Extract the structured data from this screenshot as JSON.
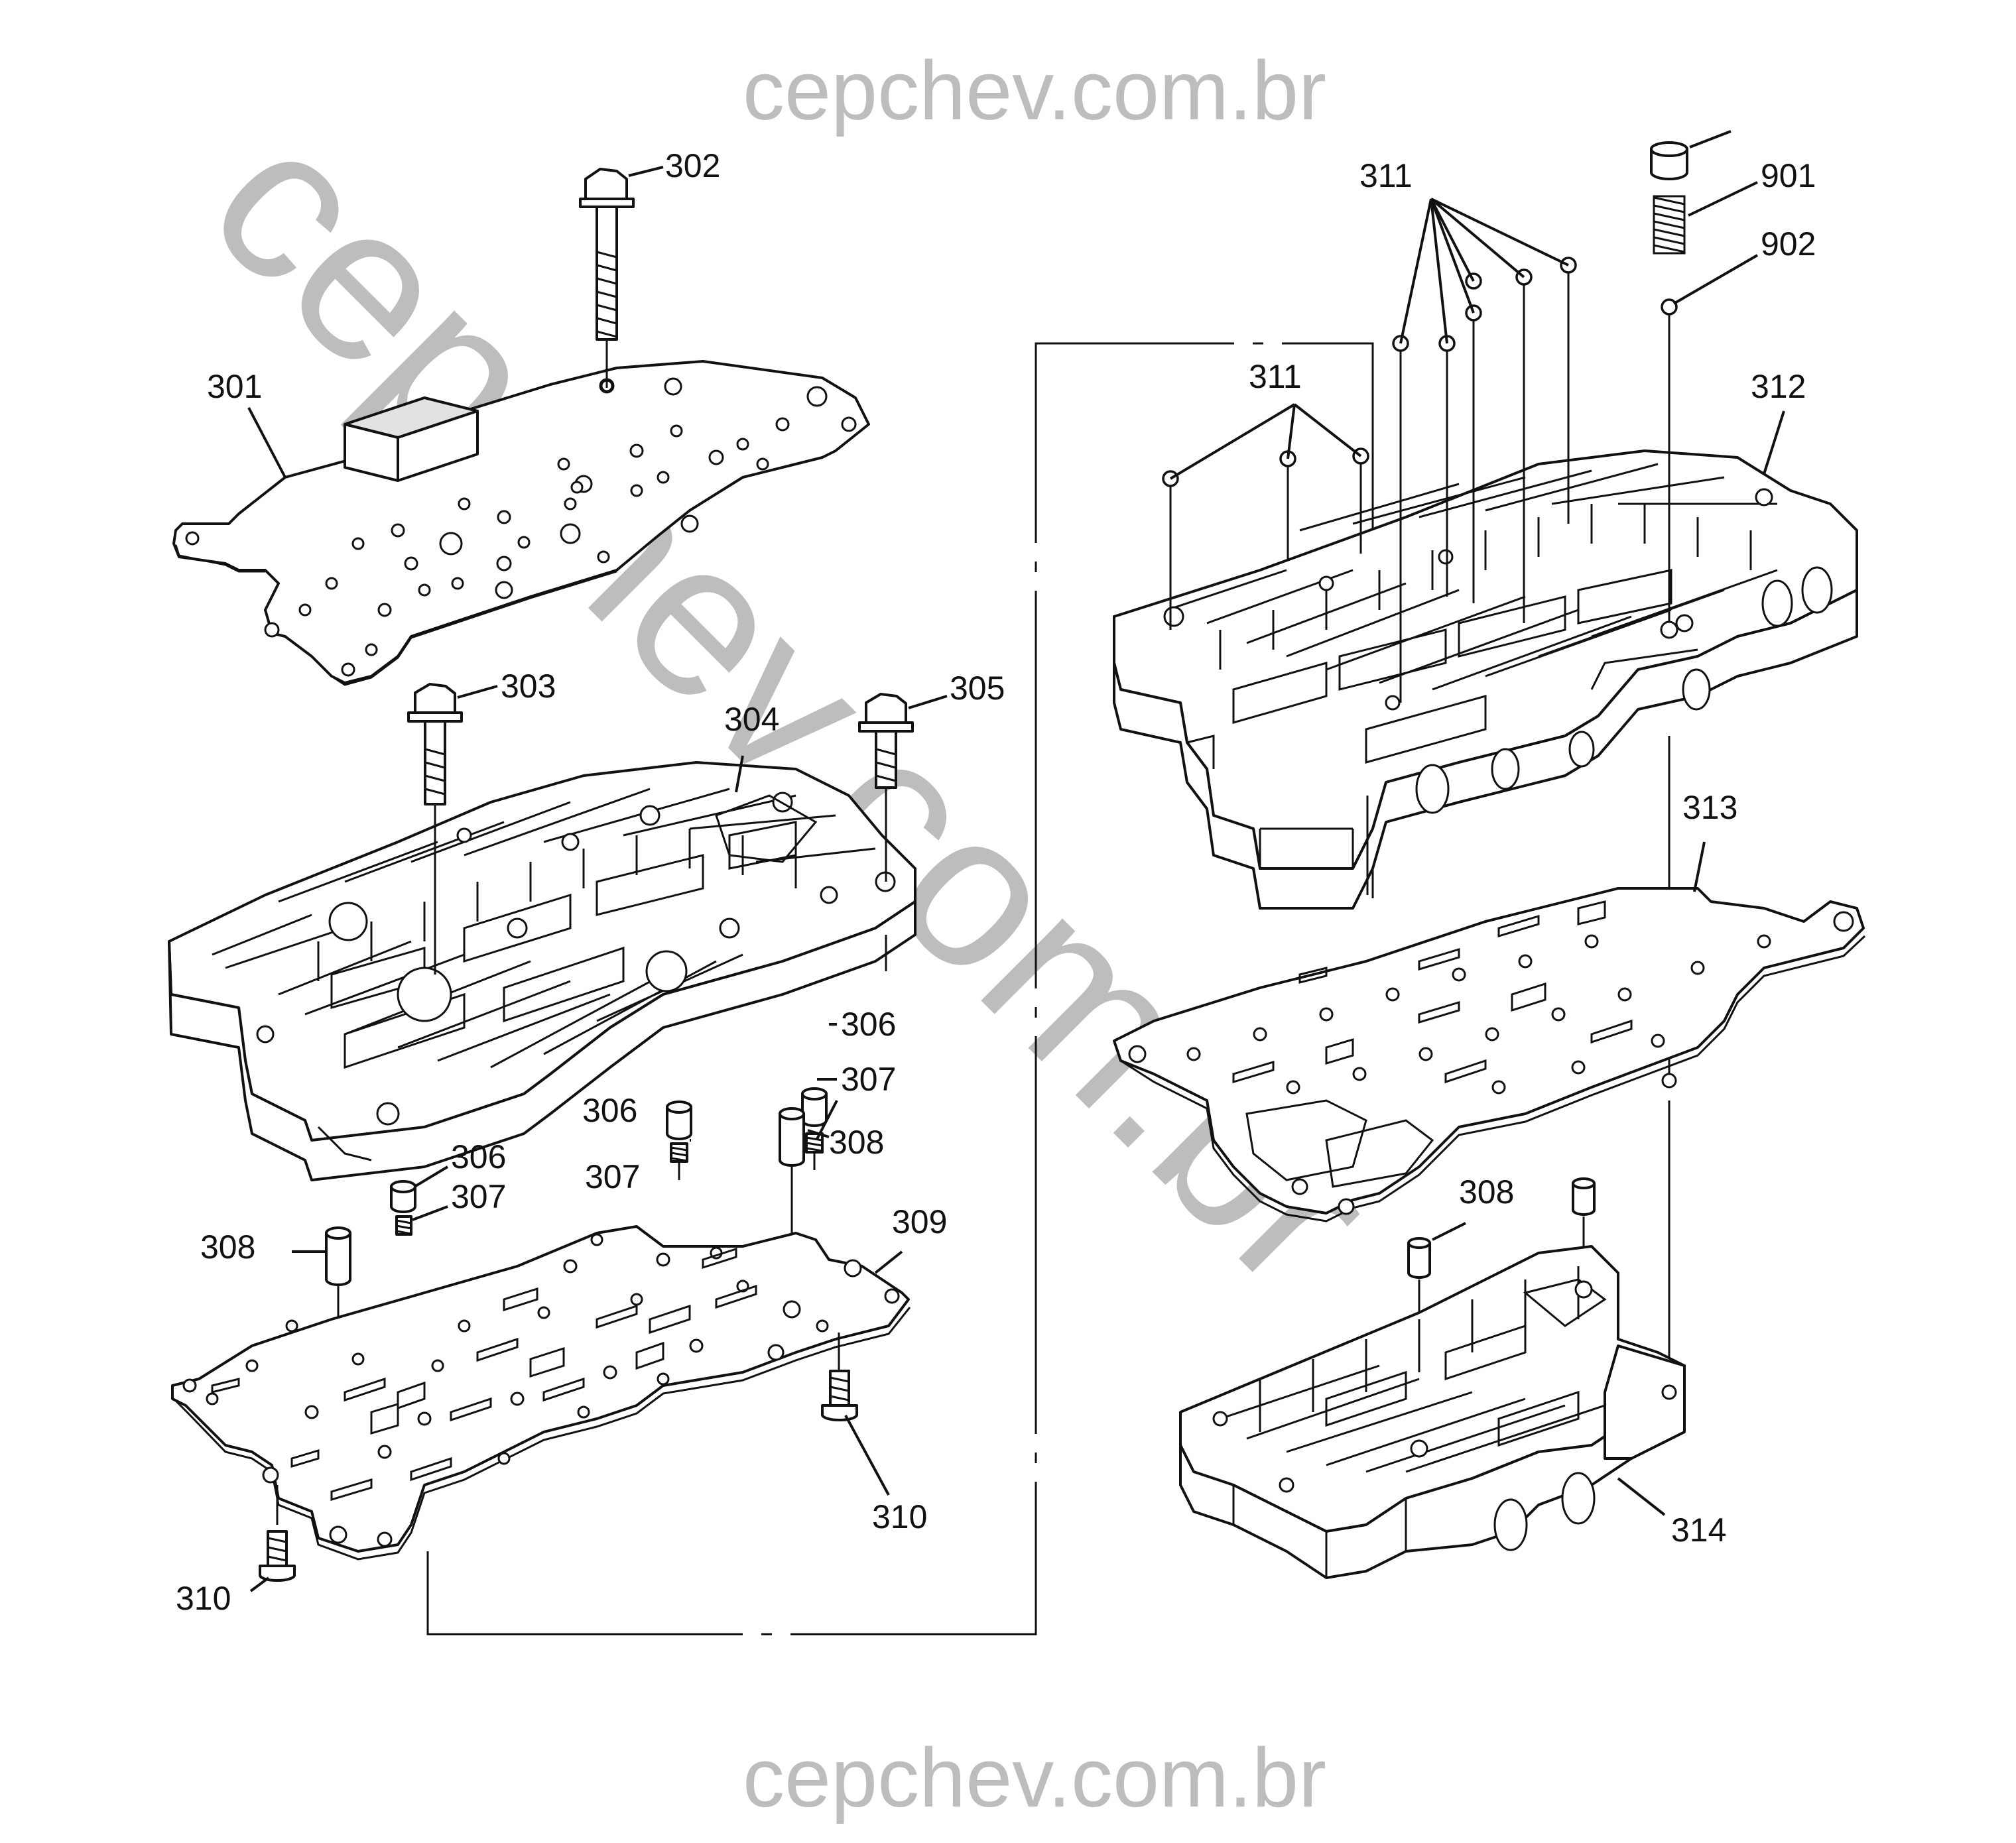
{
  "watermark": {
    "top": "cepchev.com.br",
    "bottom": "cepchev.com.br",
    "diagonal": "cepchev.com.br",
    "color": "#bdbdbd"
  },
  "callouts": {
    "c301": "301",
    "c302": "302",
    "c303": "303",
    "c304": "304",
    "c305": "305",
    "c306a": "306",
    "c306b": "306",
    "c306c": "306",
    "c307a": "307",
    "c307b": "307",
    "c307c": "307",
    "c308a": "308",
    "c308b": "308",
    "c308c": "308",
    "c309": "309",
    "c310a": "310",
    "c310b": "310",
    "c311a": "311",
    "c311b": "311",
    "c312": "312",
    "c313": "313",
    "c314": "314",
    "c901": "901",
    "c902": "902"
  },
  "colors": {
    "line": "#111111",
    "background": "#ffffff"
  }
}
